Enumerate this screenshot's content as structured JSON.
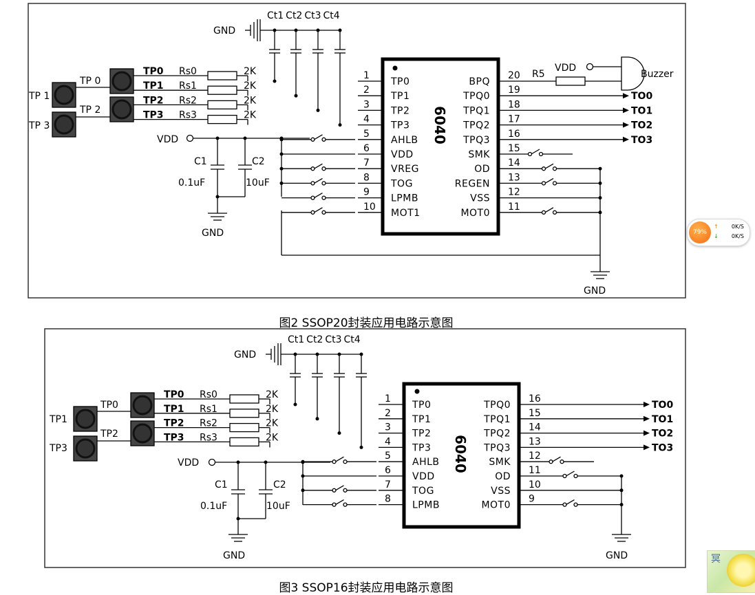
{
  "diagram1": {
    "caption": "图2 SSOP20封装应用电路示意图",
    "chip_name": "6040",
    "gnd_label": "GND",
    "vdd_label": "VDD",
    "cap_labels": [
      "Ct1",
      "Ct2",
      "Ct3",
      "Ct4"
    ],
    "touch_pads": [
      "TP 0",
      "TP 1",
      "TP 2",
      "TP 3"
    ],
    "tp_signals": [
      "TP0",
      "TP1",
      "TP2",
      "TP3"
    ],
    "resistors": [
      "Rs0",
      "Rs1",
      "Rs2",
      "Rs3"
    ],
    "res_value": "2K",
    "c1": "C1",
    "c1_value": "0.1uF",
    "c2": "C2",
    "c2_value": "10uF",
    "r5": "R5",
    "buzzer": "Buzzer",
    "left_pins": [
      {
        "num": "1",
        "name": "TP0"
      },
      {
        "num": "2",
        "name": "TP1"
      },
      {
        "num": "3",
        "name": "TP2"
      },
      {
        "num": "4",
        "name": "TP3"
      },
      {
        "num": "5",
        "name": "AHLB"
      },
      {
        "num": "6",
        "name": "VDD"
      },
      {
        "num": "7",
        "name": "VREG"
      },
      {
        "num": "8",
        "name": "TOG"
      },
      {
        "num": "9",
        "name": "LPMB"
      },
      {
        "num": "10",
        "name": "MOT1"
      }
    ],
    "right_pins": [
      {
        "num": "20",
        "name": "BPQ"
      },
      {
        "num": "19",
        "name": "TPQ0"
      },
      {
        "num": "18",
        "name": "TPQ1"
      },
      {
        "num": "17",
        "name": "TPQ2"
      },
      {
        "num": "16",
        "name": "TPQ3"
      },
      {
        "num": "15",
        "name": "SMK"
      },
      {
        "num": "14",
        "name": "OD"
      },
      {
        "num": "13",
        "name": "REGEN"
      },
      {
        "num": "12",
        "name": "VSS"
      },
      {
        "num": "11",
        "name": "MOT0"
      }
    ],
    "outputs": [
      "TO0",
      "TO1",
      "TO2",
      "TO3"
    ]
  },
  "diagram2": {
    "caption": "图3 SSOP16封装应用电路示意图",
    "chip_name": "6040",
    "gnd_label": "GND",
    "vdd_label": "VDD",
    "cap_labels": [
      "Ct1",
      "Ct2",
      "Ct3",
      "Ct4"
    ],
    "touch_pads": [
      "TP0",
      "TP1",
      "TP2",
      "TP3"
    ],
    "tp_signals": [
      "TP0",
      "TP1",
      "TP2",
      "TP3"
    ],
    "resistors": [
      "Rs0",
      "Rs1",
      "Rs2",
      "Rs3"
    ],
    "res_value": "2K",
    "c1": "C1",
    "c1_value": "0.1uF",
    "c2": "C2",
    "c2_value": "10uF",
    "left_pins": [
      {
        "num": "1",
        "name": "TP0"
      },
      {
        "num": "2",
        "name": "TP1"
      },
      {
        "num": "3",
        "name": "TP2"
      },
      {
        "num": "4",
        "name": "TP3"
      },
      {
        "num": "5",
        "name": "AHLB"
      },
      {
        "num": "6",
        "name": "VDD"
      },
      {
        "num": "7",
        "name": "TOG"
      },
      {
        "num": "8",
        "name": "LPMB"
      }
    ],
    "right_pins": [
      {
        "num": "16",
        "name": "TPQ0"
      },
      {
        "num": "15",
        "name": "TPQ1"
      },
      {
        "num": "14",
        "name": "TPQ2"
      },
      {
        "num": "13",
        "name": "TPQ3"
      },
      {
        "num": "12",
        "name": "SMK"
      },
      {
        "num": "11",
        "name": "OD"
      },
      {
        "num": "10",
        "name": "VSS"
      },
      {
        "num": "9",
        "name": "MOT0"
      }
    ],
    "outputs": [
      "TO0",
      "TO1",
      "TO2",
      "TO3"
    ]
  },
  "net_widget": {
    "percent": "79%",
    "up": "0K/S",
    "down": "0K/S"
  },
  "corner_widget": {
    "glyph": "冥"
  }
}
